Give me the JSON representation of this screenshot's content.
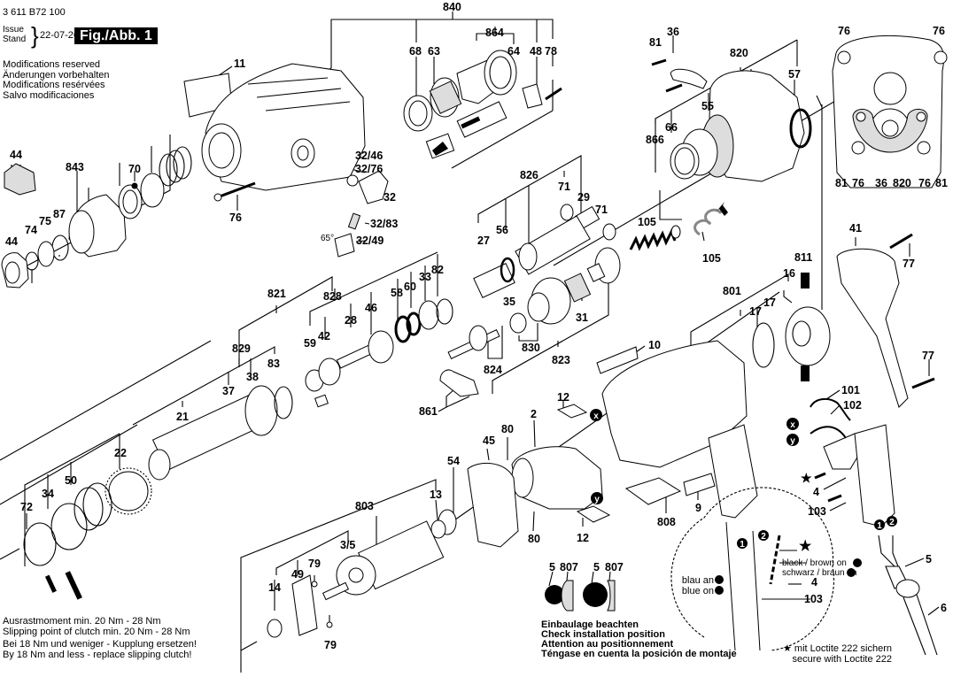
{
  "header": {
    "part_number": "3 611 B72 100",
    "issue_label": "Issue",
    "stand_label": "Stand",
    "date": "22-07-26",
    "figure": "Fig./Abb. 1"
  },
  "modifications": [
    "Modifications reserved",
    "Änderungen vorbehalten",
    "Modifications resérvées",
    "Salvo modificaciones"
  ],
  "clutch_notes": [
    "Ausrastmoment min. 20 Nm - 28 Nm",
    "Slipping point of clutch min. 20 Nm - 28 Nm",
    "Bei 18 Nm und weniger - Kupplung ersetzen!",
    "By 18 Nm and less - replace slipping clutch!"
  ],
  "installation_notes": [
    "Einbaulage beachten",
    "Check installation position",
    "Attention au positionnement",
    "Téngase en cuenta la posición de montaje"
  ],
  "loctite_notes": [
    "★ mit Loctite 222 sichern",
    "secure with Loctite 222"
  ],
  "wiring_notes": {
    "blau_an": "blau an",
    "blue_on": "blue on",
    "black_brown_on": "black / brown on",
    "schwarz_braun_an": "schwarz / braun an",
    "marker_1": "1",
    "marker_2": "2",
    "marker_x": "x",
    "marker_y": "y",
    "star": "★"
  },
  "angle_label": "65°",
  "part_labels": {
    "l840": "840",
    "l864": "864",
    "l68": "68",
    "l63": "63",
    "l64": "64",
    "l48": "48",
    "l78": "78",
    "l11": "11",
    "l81a": "81",
    "l36a": "36",
    "l820a": "820",
    "l57": "57",
    "l55": "55",
    "l66": "66",
    "l866": "866",
    "l76a": "76",
    "l76b": "76",
    "l81b": "81",
    "l76c": "76",
    "l36b": "36",
    "l820b": "820",
    "l76d": "76",
    "l81c": "81",
    "l44a": "44",
    "l843": "843",
    "l70": "70",
    "l74": "74",
    "l75": "75",
    "l87": "87",
    "l44b": "44",
    "l32_46": "32/46",
    "l32_76": "32/76",
    "l32": "32",
    "l32_83": "32/83",
    "l32_49": "32/49",
    "l76e": "76",
    "l826": "826",
    "l71a": "71",
    "l29": "29",
    "l71b": "71",
    "l27": "27",
    "l56": "56",
    "l105a": "105",
    "l105b": "105",
    "l41": "41",
    "l77a": "77",
    "l811": "811",
    "l16": "16",
    "l801": "801",
    "l17a": "17",
    "l17b": "17",
    "l821": "821",
    "l828": "828",
    "l58": "58",
    "l60": "60",
    "l33": "33",
    "l82": "82",
    "l46": "46",
    "l28": "28",
    "l42": "42",
    "l59": "59",
    "l35": "35",
    "l31": "31",
    "l830": "830",
    "l823": "823",
    "l824": "824",
    "l861": "861",
    "l829": "829",
    "l83": "83",
    "l38": "38",
    "l37": "37",
    "l21": "21",
    "l10": "10",
    "l77b": "77",
    "l22": "22",
    "l50": "50",
    "l34": "34",
    "l72": "72",
    "l12a": "12",
    "l2": "2",
    "l45": "45",
    "l80a": "80",
    "l101": "101",
    "l102": "102",
    "l54": "54",
    "l13": "13",
    "l803": "803",
    "l3_5": "3/5",
    "l80b": "80",
    "l12b": "12",
    "l808": "808",
    "l9": "9",
    "l4a": "4",
    "l103a": "103",
    "l79a": "79",
    "l49": "49",
    "l14": "14",
    "l79b": "79",
    "l5a": "5",
    "l807a": "807",
    "l5b": "5",
    "l807b": "807",
    "l5c": "5",
    "l6": "6",
    "l4b": "4",
    "l103b": "103"
  }
}
